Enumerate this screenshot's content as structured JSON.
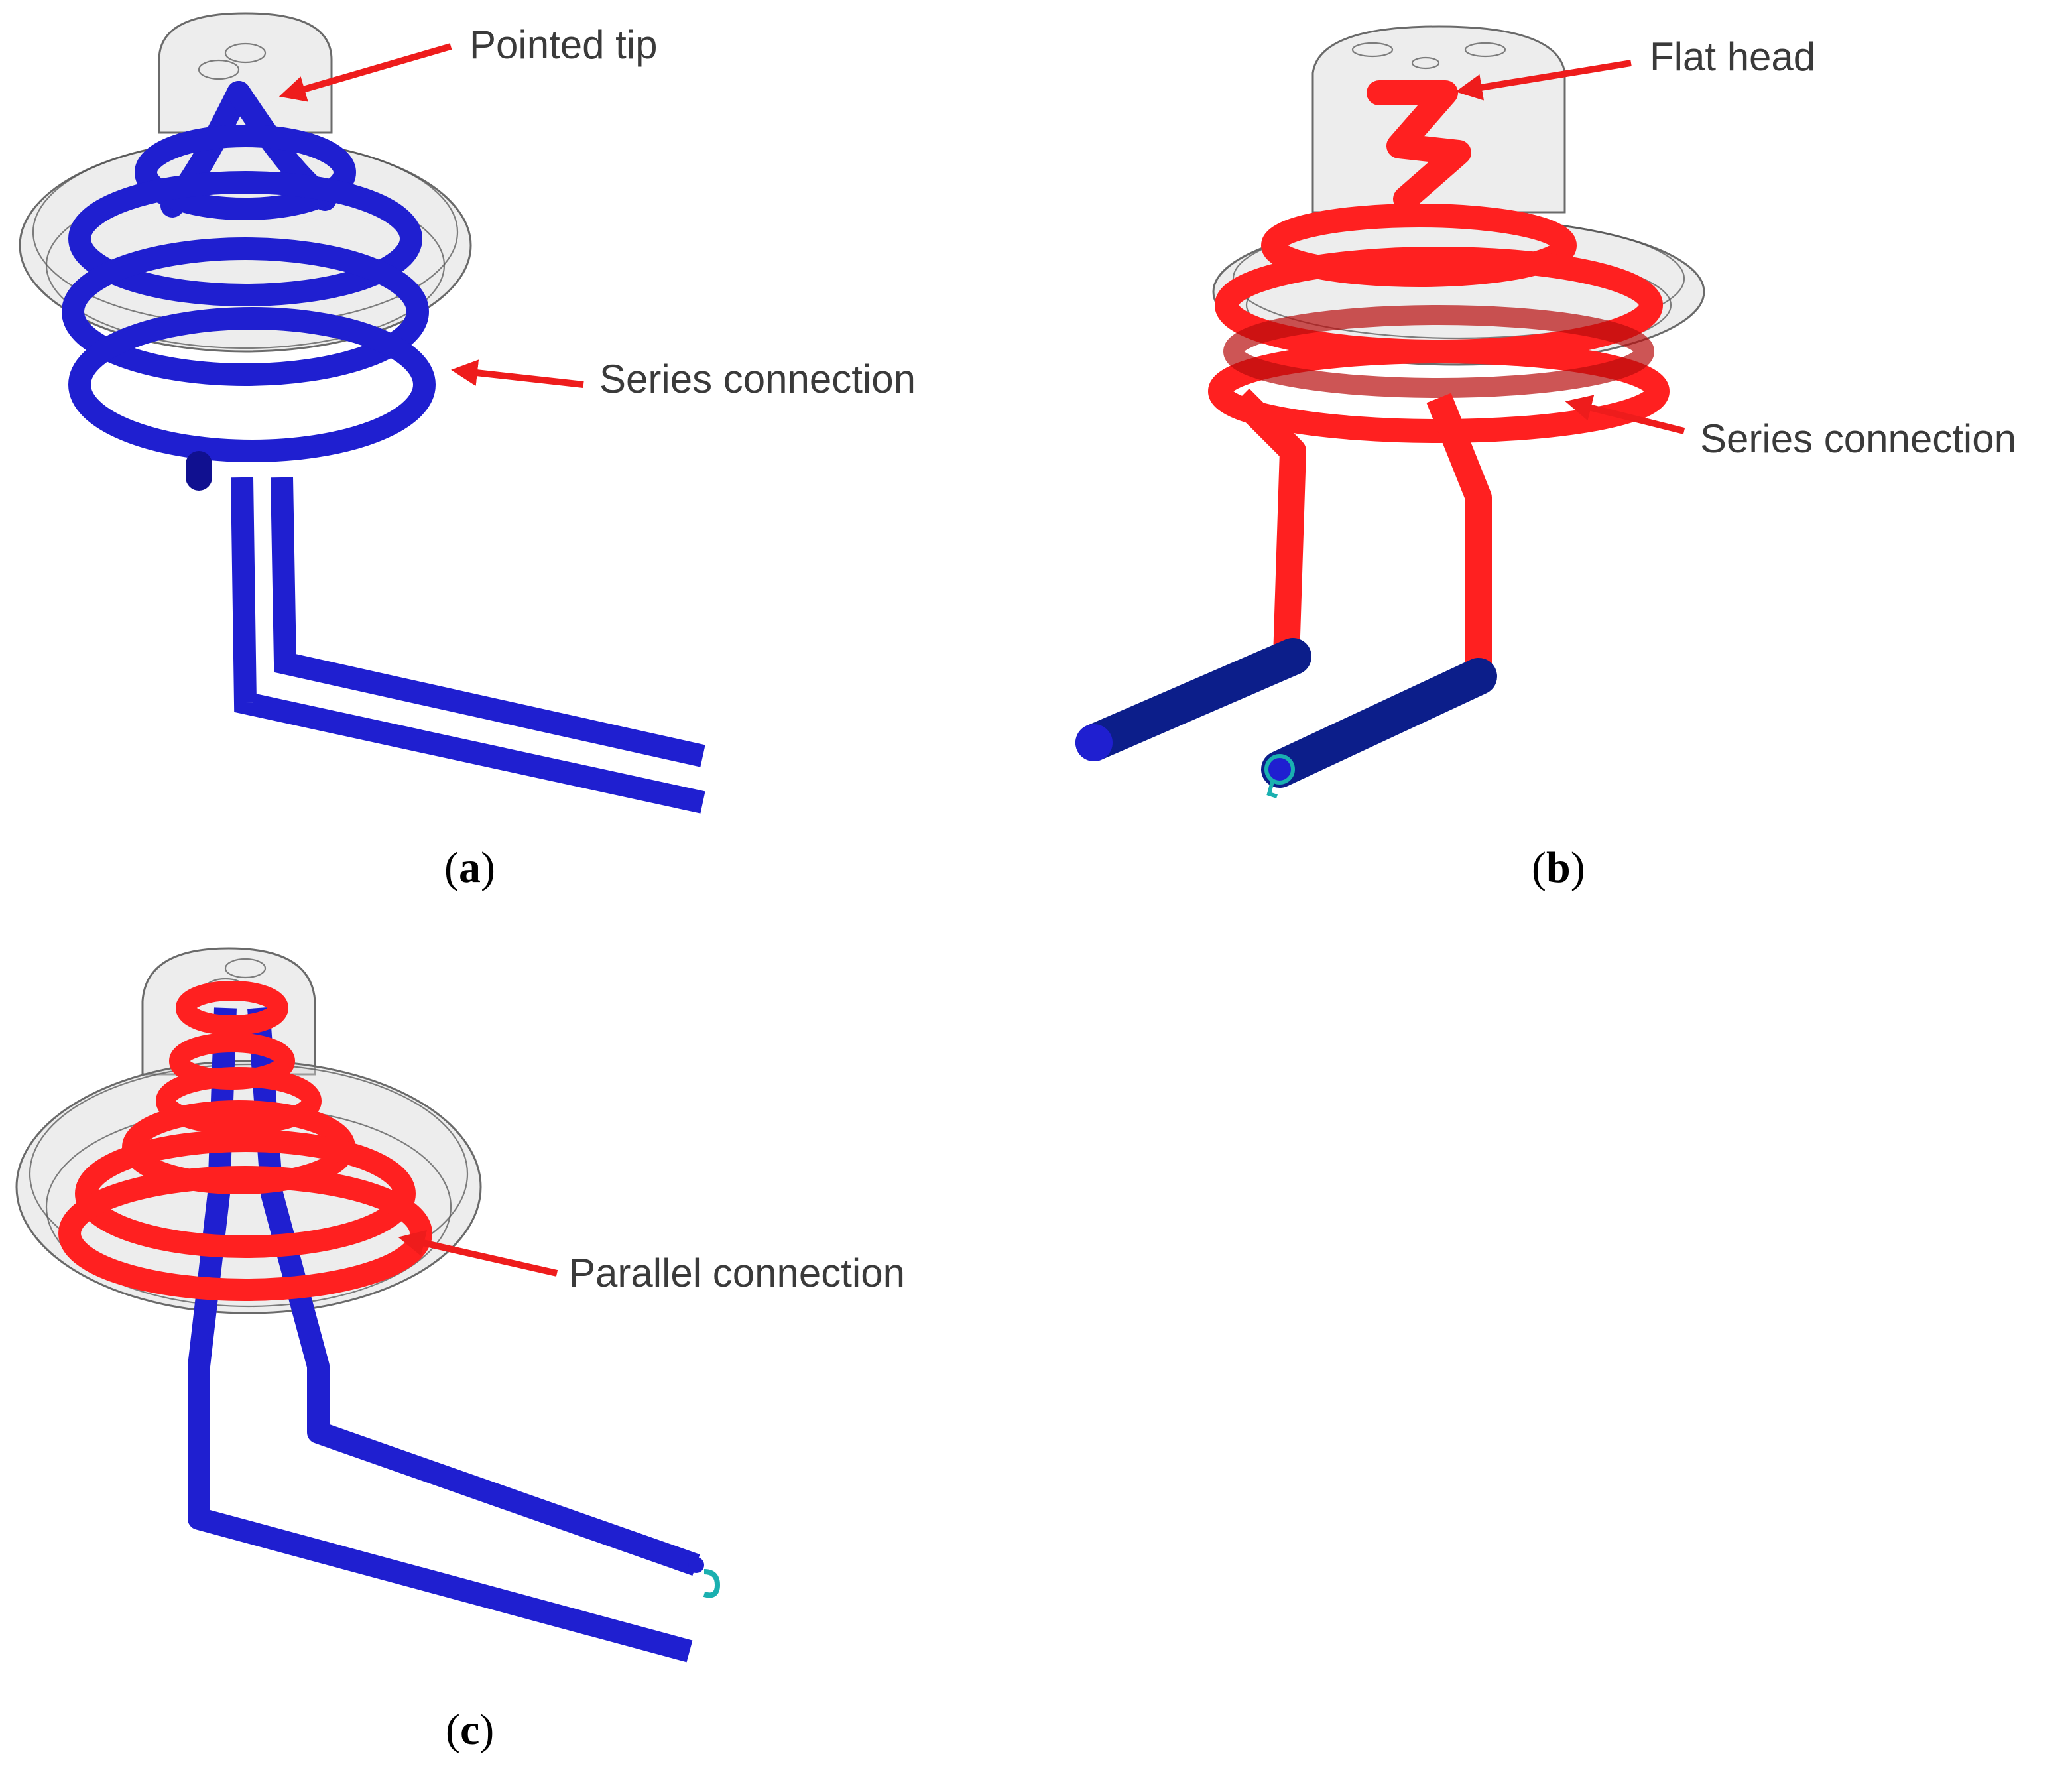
{
  "colors": {
    "blue_coil": "#1f1fd0",
    "blue_coil_dark": "#101090",
    "red_coil": "#ff2020",
    "red_coil_dark": "#b80d0d",
    "navy_lead": "#0c1e8a",
    "arrow": "#ee1c1c",
    "glass": "#d8d8d8",
    "cyan_marker": "#1ab0b0"
  },
  "panels": [
    {
      "id": "a",
      "caption_letter": "a",
      "labels": {
        "tip": "Pointed tip",
        "connection": "Series connection"
      }
    },
    {
      "id": "b",
      "caption_letter": "b",
      "labels": {
        "tip": "Flat head",
        "connection": "Series connection"
      }
    },
    {
      "id": "c",
      "caption_letter": "c",
      "labels": {
        "connection": "Parallel connection"
      }
    }
  ]
}
